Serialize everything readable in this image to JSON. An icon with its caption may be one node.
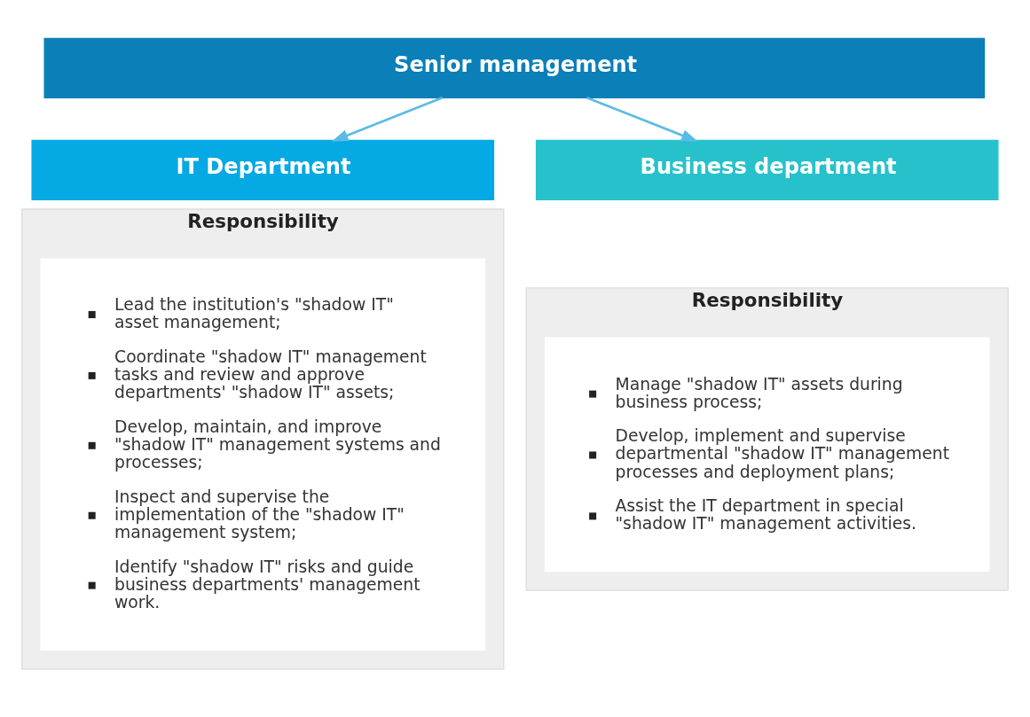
{
  "diagram": {
    "nodes": [
      {
        "text": [
          "Senior management"
        ]
      },
      {
        "text": [
          "IT Department"
        ]
      },
      {
        "text": [
          "Business department"
        ]
      },
      {
        "text": [
          "Responsibility"
        ]
      },
      {
        "text": [
          "Lead the institution's \"shadow IT\" asset management;",
          "Coordinate \"shadow IT\" management tasks and review and approve departments' \"shadow IT\" assets;",
          "Develop, maintain, and improve \"shadow IT\" management systems and processes;",
          "Inspect and supervise the implementation of the \"shadow IT\" management system;",
          "Identify \"shadow IT\" risks and guide business departments' management work."
        ],
        "in": 3
      },
      {
        "text": [
          "Responsibility"
        ]
      },
      {
        "text": [
          "Manage \"shadow IT\" assets during business process;",
          "Develop, implement and supervise departmental \"shadow IT\" management processes and deployment plans;",
          "Assist the IT department in special \"shadow IT\" management activities."
        ],
        "in": 5
      }
    ],
    "edges": [
      {
        "from": 0,
        "to": 1,
        "arrow": "to"
      },
      {
        "from": 0,
        "to": 2,
        "arrow": "to"
      }
    ]
  }
}
